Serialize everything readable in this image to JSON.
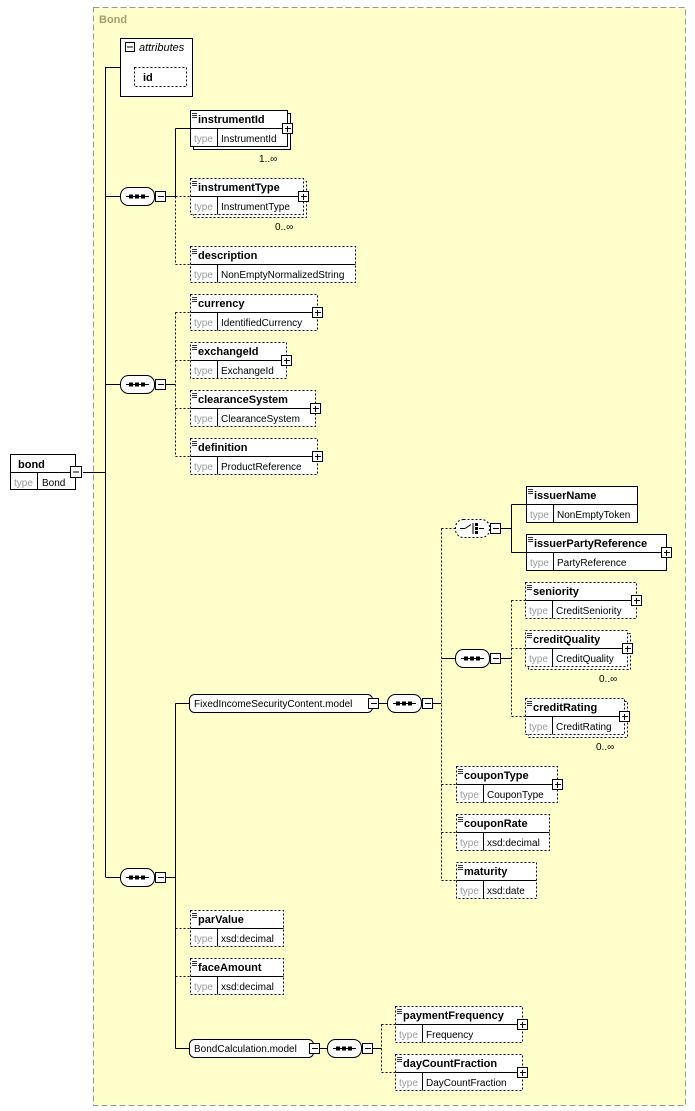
{
  "frame_title": "Bond",
  "root": {
    "name": "bond",
    "type_label": "type",
    "type_value": "Bond"
  },
  "attributes": {
    "title": "attributes",
    "items": [
      "id"
    ]
  },
  "seq1": {
    "instrumentId": {
      "name": "instrumentId",
      "type_label": "type",
      "type_value": "InstrumentId",
      "card": "1..∞"
    },
    "instrumentType": {
      "name": "instrumentType",
      "type_label": "type",
      "type_value": "InstrumentType",
      "card": "0..∞"
    },
    "description": {
      "name": "description",
      "type_label": "type",
      "type_value": "NonEmptyNormalizedString"
    }
  },
  "seq2": {
    "currency": {
      "name": "currency",
      "type_label": "type",
      "type_value": "IdentifiedCurrency"
    },
    "exchangeId": {
      "name": "exchangeId",
      "type_label": "type",
      "type_value": "ExchangeId"
    },
    "clearanceSystem": {
      "name": "clearanceSystem",
      "type_label": "type",
      "type_value": "ClearanceSystem"
    },
    "definition": {
      "name": "definition",
      "type_label": "type",
      "type_value": "ProductReference"
    }
  },
  "fixed_income": {
    "group": "FixedIncomeSecurityContent.model",
    "issuerName": {
      "name": "issuerName",
      "type_label": "type",
      "type_value": "NonEmptyToken"
    },
    "issuerPartyReference": {
      "name": "issuerPartyReference",
      "type_label": "type",
      "type_value": "PartyReference"
    },
    "seniority": {
      "name": "seniority",
      "type_label": "type",
      "type_value": "CreditSeniority"
    },
    "creditQuality": {
      "name": "creditQuality",
      "type_label": "type",
      "type_value": "CreditQuality",
      "card": "0..∞"
    },
    "creditRating": {
      "name": "creditRating",
      "type_label": "type",
      "type_value": "CreditRating",
      "card": "0..∞"
    },
    "couponType": {
      "name": "couponType",
      "type_label": "type",
      "type_value": "CouponType"
    },
    "couponRate": {
      "name": "couponRate",
      "type_label": "type",
      "type_value": "xsd:decimal"
    },
    "maturity": {
      "name": "maturity",
      "type_label": "type",
      "type_value": "xsd:date"
    }
  },
  "parValue": {
    "name": "parValue",
    "type_label": "type",
    "type_value": "xsd:decimal"
  },
  "faceAmount": {
    "name": "faceAmount",
    "type_label": "type",
    "type_value": "xsd:decimal"
  },
  "bond_calc": {
    "group": "BondCalculation.model",
    "paymentFrequency": {
      "name": "paymentFrequency",
      "type_label": "type",
      "type_value": "Frequency"
    },
    "dayCountFraction": {
      "name": "dayCountFraction",
      "type_label": "type",
      "type_value": "DayCountFraction"
    }
  }
}
